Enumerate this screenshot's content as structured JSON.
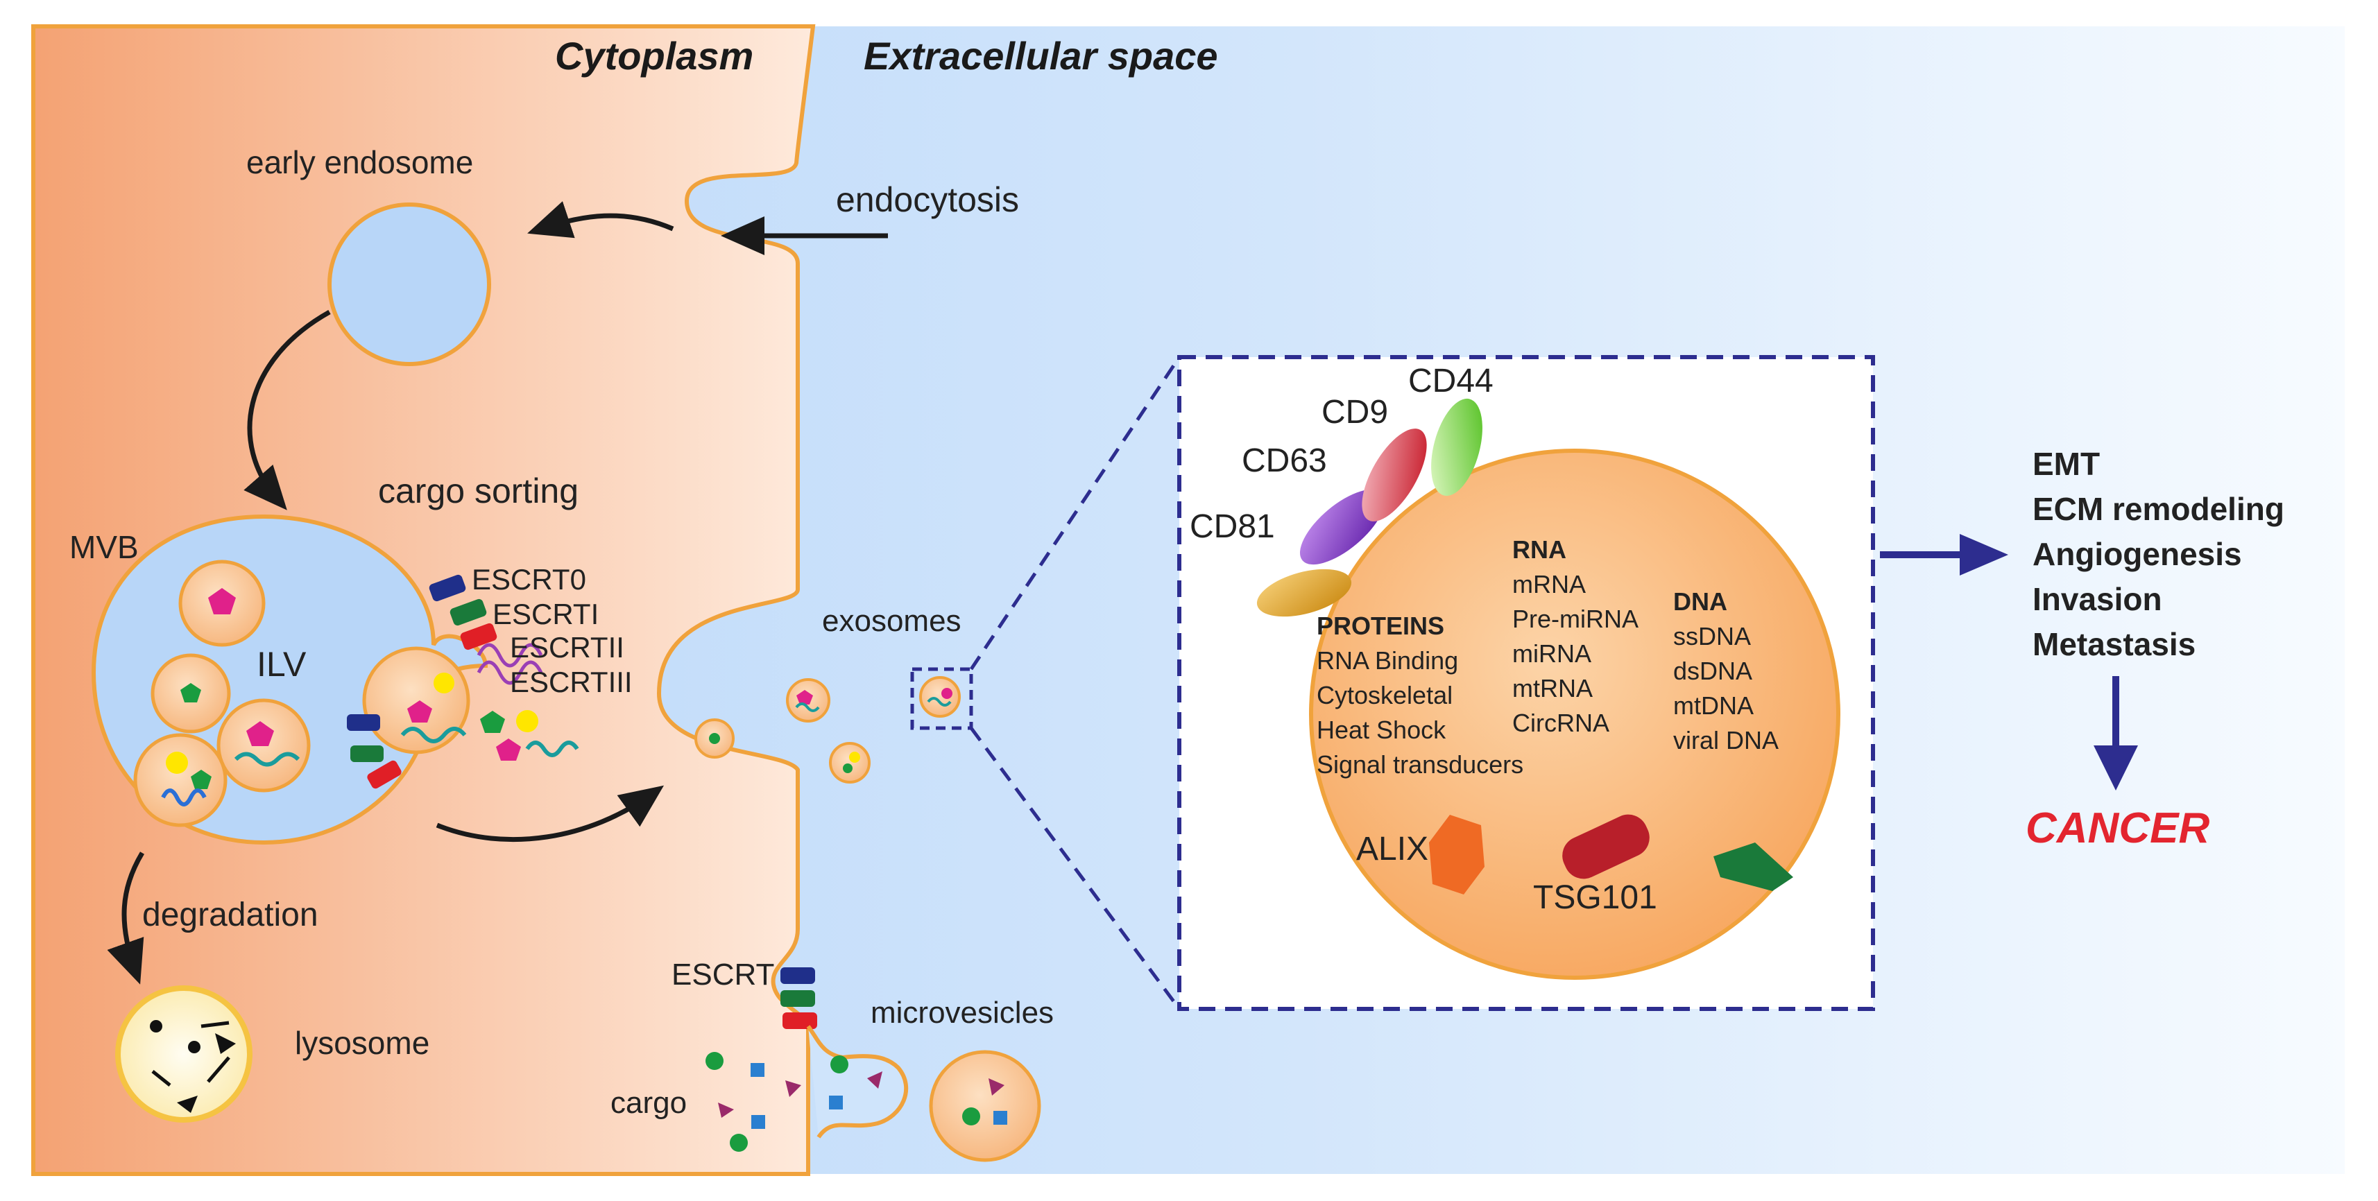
{
  "regions": {
    "cytoplasm": "Cytoplasm",
    "extracellular": "Extracellular space"
  },
  "labels": {
    "early_endosome": "early endosome",
    "endocytosis": "endocytosis",
    "cargo_sorting": "cargo sorting",
    "mvb": "MVB",
    "ilv": "ILV",
    "escrt0": "ESCRT0",
    "escrt1": "ESCRTI",
    "escrt2": "ESCRTII",
    "escrt3": "ESCRTIII",
    "exosomes": "exosomes",
    "degradation": "degradation",
    "lysosome": "lysosome",
    "escrt": "ESCRT",
    "microvesicles": "microvesicles",
    "cargo": "cargo"
  },
  "exosome_detail": {
    "markers": [
      "CD81",
      "CD63",
      "CD9",
      "CD44"
    ],
    "proteins": {
      "heading": "PROTEINS",
      "items": [
        "RNA Binding",
        "Cytoskeletal",
        "Heat Shock",
        "Signal transducers"
      ]
    },
    "rna": {
      "heading": "RNA",
      "items": [
        "mRNA",
        "Pre-miRNA",
        "miRNA",
        "mtRNA",
        "CircRNA"
      ]
    },
    "dna": {
      "heading": "DNA",
      "items": [
        "ssDNA",
        "dsDNA",
        "mtDNA",
        "viral DNA"
      ]
    },
    "alix": "ALIX",
    "tsg101": "TSG101"
  },
  "outcomes": {
    "items": [
      "EMT",
      "ECM remodeling",
      "Angiogenesis",
      "Invasion",
      "Metastasis"
    ],
    "result": "CANCER"
  },
  "colors": {
    "cyto_dark": "#f2a87a",
    "cyto_light": "#fde6d6",
    "extra_light": "#cfe4fb",
    "extra_mid": "#b9d8fa",
    "membrane": "#f0a23c",
    "vesicle_fill": "#f8b57f",
    "navy": "#2d2d8f",
    "cancer": "#e3252f"
  }
}
